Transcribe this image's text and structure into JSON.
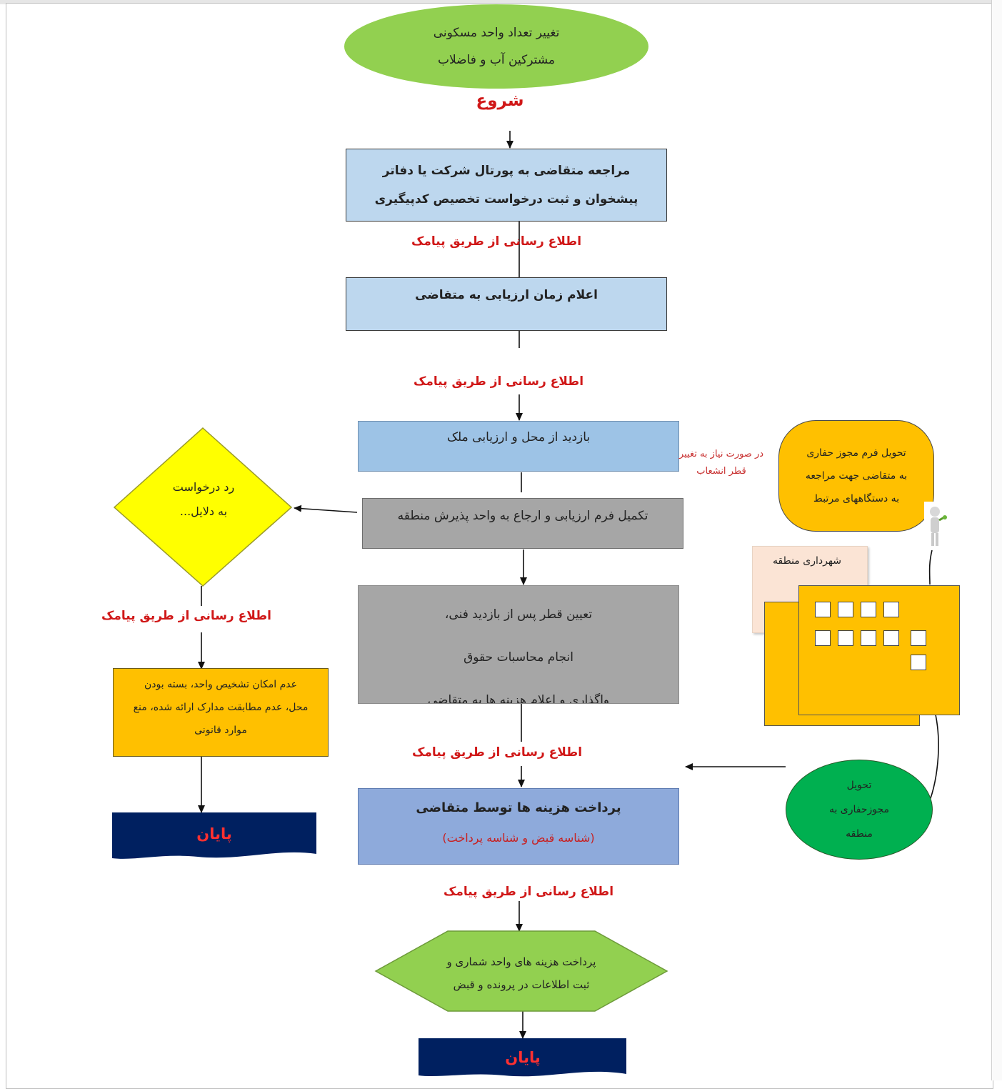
{
  "start_oval": {
    "line1": "تغییر تعداد واحد مسکونی",
    "line2": "مشترکین آب و فاضلاب"
  },
  "start_label": "شروع",
  "sms_notice": "اطلاع رسانی از طریق پیامک",
  "step_portal": {
    "line1": "مراجعه متقاضی به پورتال شرکت یا دفاتر",
    "line2": "پیشخوان و ثبت درخواست تخصیص کدپیگیری"
  },
  "step_announce": "اعلام زمان ارزیابی به متقاضی",
  "step_visit": "بازدید از محل و ارزیابی ملک",
  "note_diameter": {
    "line1": "در صورت نیاز به تغییر",
    "line2": "قطر انشعاب"
  },
  "step_form": "تکمیل فرم ارزیابی و ارجاع به واحد پذیرش منطقه",
  "step_determine": {
    "line1": "تعیین قطر پس از بازدید فنی،",
    "line2": "انجام محاسبات حقوق",
    "line3": "واگذاری و اعلام هزینه ها به متقاضی"
  },
  "step_payment": {
    "line1": "پرداخت هزینه ها توسط متقاضی",
    "line2": "(شناسه قبض و شناسه پرداخت)"
  },
  "step_final": {
    "line1": "پرداخت هزینه های واحد شماری و",
    "line2": "ثبت اطلاعات در پرونده و قبض"
  },
  "end_label": "پایان",
  "reject_diamond": {
    "line1": "رد درخواست",
    "line2": "به دلایل..."
  },
  "reject_reasons": {
    "line1": "عدم امکان تشخیص واحد، بسته بودن",
    "line2": "محل، عدم مطابقت مدارک ارائه شده، منع",
    "line3": "موارد قانونی"
  },
  "permit_form": {
    "line1": "تحویل فرم مجوز حفاری",
    "line2": "به متقاضی جهت مراجعه",
    "line3": "به دستگاههای مرتبط"
  },
  "municipality_label": "شهرداری منطقه",
  "permit_delivery": {
    "line1": "تحویل",
    "line2": "مجوزحفاری به",
    "line3": "منطقه"
  },
  "colors": {
    "light_blue": "#bdd7ee",
    "mid_blue": "#9dc3e6",
    "periwinkle": "#8eaadb",
    "gray": "#a6a6a6",
    "green": "#92d050",
    "dark_green": "#00b050",
    "yellow": "#ffff00",
    "orange": "#ffc000",
    "navy": "#002060",
    "red": "#d01818"
  }
}
